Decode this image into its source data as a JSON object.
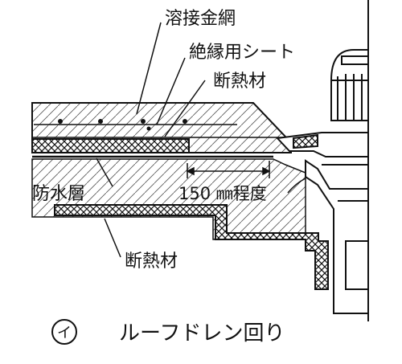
{
  "labels": {
    "welded_mesh": "溶接金網",
    "insulation_sheet": "絶縁用シート",
    "insulation_upper": "断熱材",
    "waterproof_layer": "防水層",
    "gap_note": "150 ㎜程度",
    "insulation_lower": "断熱材"
  },
  "caption": {
    "marker": "イ",
    "title": "ルーフドレン回り"
  },
  "colors": {
    "ink": "#111111",
    "paper": "#ffffff"
  }
}
